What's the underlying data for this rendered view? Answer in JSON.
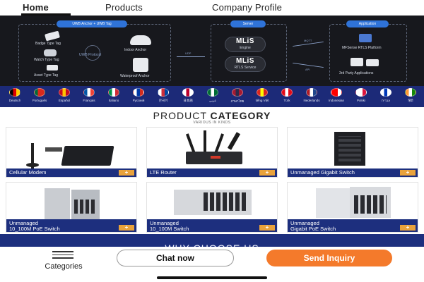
{
  "nav": {
    "tabs": [
      {
        "label": "Home",
        "active": true
      },
      {
        "label": "Products",
        "active": false
      },
      {
        "label": "Company Profile",
        "active": false
      }
    ]
  },
  "banner": {
    "anchor_pill": "UWB Anchor + UWB Tag",
    "server_pill": "Server",
    "app_pill": "Application",
    "tags": [
      "Badge Type Tag",
      "Watch Type Tag",
      "Asset Type Tag"
    ],
    "protocol": "UWB Protocol",
    "anchors": [
      "Indoor Anchor",
      "Waterproof Anchor"
    ],
    "link_label": "UDP",
    "engine_top": {
      "brand": "MLiS",
      "name": "Engine"
    },
    "engine_bottom": {
      "brand": "MLiS",
      "name": "RTLS Service"
    },
    "conn_top": "MQTT",
    "conn_bottom": "API",
    "apps": [
      "MFSense RTLS Platform",
      "3rd Party Applications"
    ]
  },
  "languages": [
    {
      "name": "Deutsch",
      "colors": [
        "#000000",
        "#dd0000",
        "#ffce00"
      ]
    },
    {
      "name": "Português",
      "colors": [
        "#046a38",
        "#da291c",
        "#da291c"
      ]
    },
    {
      "name": "Español",
      "colors": [
        "#c60b1e",
        "#ffc400",
        "#c60b1e"
      ]
    },
    {
      "name": "Français",
      "colors": [
        "#0055a4",
        "#ffffff",
        "#ef4135"
      ]
    },
    {
      "name": "Italiano",
      "colors": [
        "#009246",
        "#ffffff",
        "#ce2b37"
      ]
    },
    {
      "name": "Русский",
      "colors": [
        "#ffffff",
        "#0039a6",
        "#d52b1e"
      ]
    },
    {
      "name": "한국어",
      "colors": [
        "#ffffff",
        "#cd2e3a",
        "#0047a0"
      ]
    },
    {
      "name": "日本語",
      "colors": [
        "#ffffff",
        "#bc002d",
        "#ffffff"
      ]
    },
    {
      "name": "عربي",
      "colors": [
        "#006c35",
        "#ffffff",
        "#006c35"
      ]
    },
    {
      "name": "ภาษาไทย",
      "colors": [
        "#a51931",
        "#2d2a4a",
        "#a51931"
      ]
    },
    {
      "name": "tiếng Việt",
      "colors": [
        "#da251d",
        "#ffff00",
        "#da251d"
      ]
    },
    {
      "name": "Türk",
      "colors": [
        "#e30a17",
        "#ffffff",
        "#e30a17"
      ]
    },
    {
      "name": "Nederlands",
      "colors": [
        "#ae1c28",
        "#ffffff",
        "#21468b"
      ]
    },
    {
      "name": "Indonesian",
      "colors": [
        "#ff0000",
        "#ff0000",
        "#ffffff"
      ]
    },
    {
      "name": "Polski",
      "colors": [
        "#ffffff",
        "#ffffff",
        "#dc143c"
      ]
    },
    {
      "name": "עִברִית",
      "colors": [
        "#ffffff",
        "#0038b8",
        "#ffffff"
      ]
    },
    {
      "name": "हिंदी",
      "colors": [
        "#ff9933",
        "#ffffff",
        "#138808"
      ]
    }
  ],
  "category": {
    "title_light": "PRODUCT ",
    "title_bold": "CATEGORY",
    "subtitle": "VARIOUS IN KINDS"
  },
  "products": [
    {
      "label": "Cellular Modem",
      "plus": "+"
    },
    {
      "label": "LTE Router",
      "plus": "+"
    },
    {
      "label": "Unmanaged Gigabit Switch",
      "plus": "+"
    },
    {
      "label": "Unmanaged\n10_100M PoE Switch",
      "plus": "+"
    },
    {
      "label": "Unmanaged\n10_100M Switch",
      "plus": "+"
    },
    {
      "label": "Unmanaged\nGigabit PoE Switch",
      "plus": "+"
    }
  ],
  "why": {
    "heading": "WHY CHOOSE US"
  },
  "bottombar": {
    "categories": "Categories",
    "chat": "Chat now",
    "send": "Send Inquiry"
  },
  "colors": {
    "navy": "#1d2f7e",
    "orange": "#f47a2b",
    "accent": "#e9a23b"
  }
}
